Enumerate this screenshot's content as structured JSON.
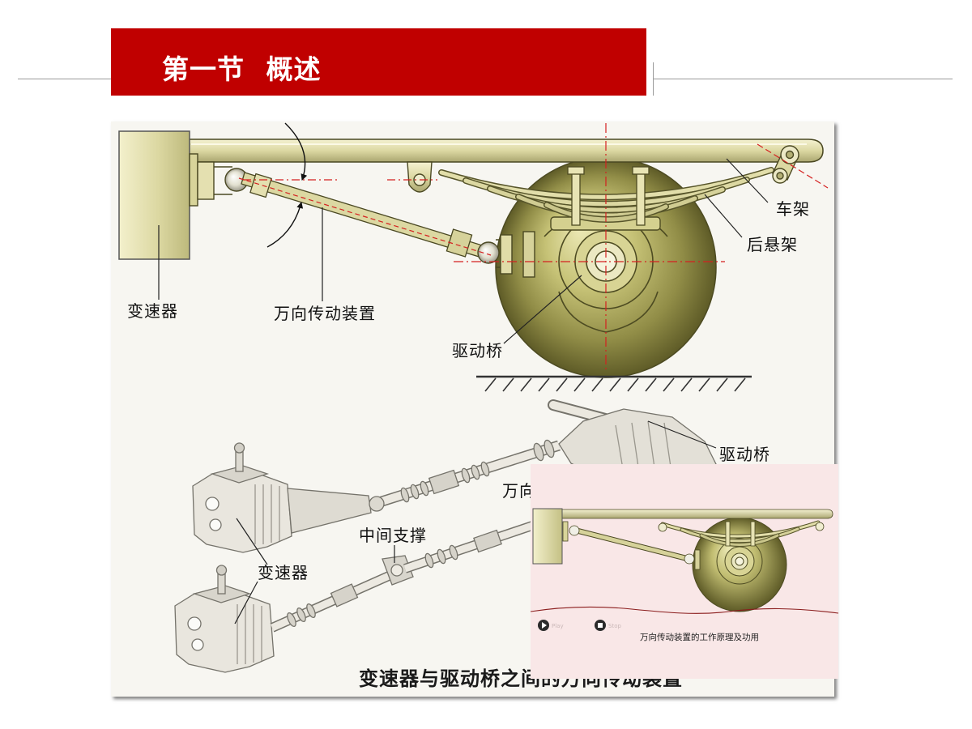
{
  "slide": {
    "title": "第一节 概述"
  },
  "figure": {
    "top_diagram": {
      "label_frame": "车架",
      "label_rear_suspension": "后悬架",
      "label_transmission": "变速器",
      "label_universal_drive": "万向传动装置",
      "label_drive_axle": "驱动桥"
    },
    "bottom_diagram": {
      "label_drive_axle": "驱动桥",
      "label_universal_partial": "万向",
      "label_center_support": "中间支撑",
      "label_transmission": "变速器",
      "caption": "变速器与驱动桥之间的万向传动装置"
    }
  },
  "video_player": {
    "play_label": "Play",
    "stop_label": "Stop",
    "caption": "万向传动装置的工作原理及功用"
  },
  "icons": {
    "play": "play-icon",
    "stop": "stop-icon"
  },
  "colors": {
    "banner": "#C00000",
    "title_text": "#FFFFFF",
    "centerline_dash": "#D42020",
    "video_background": "#F9E7E7",
    "video_wave": "#8A1C1C"
  }
}
